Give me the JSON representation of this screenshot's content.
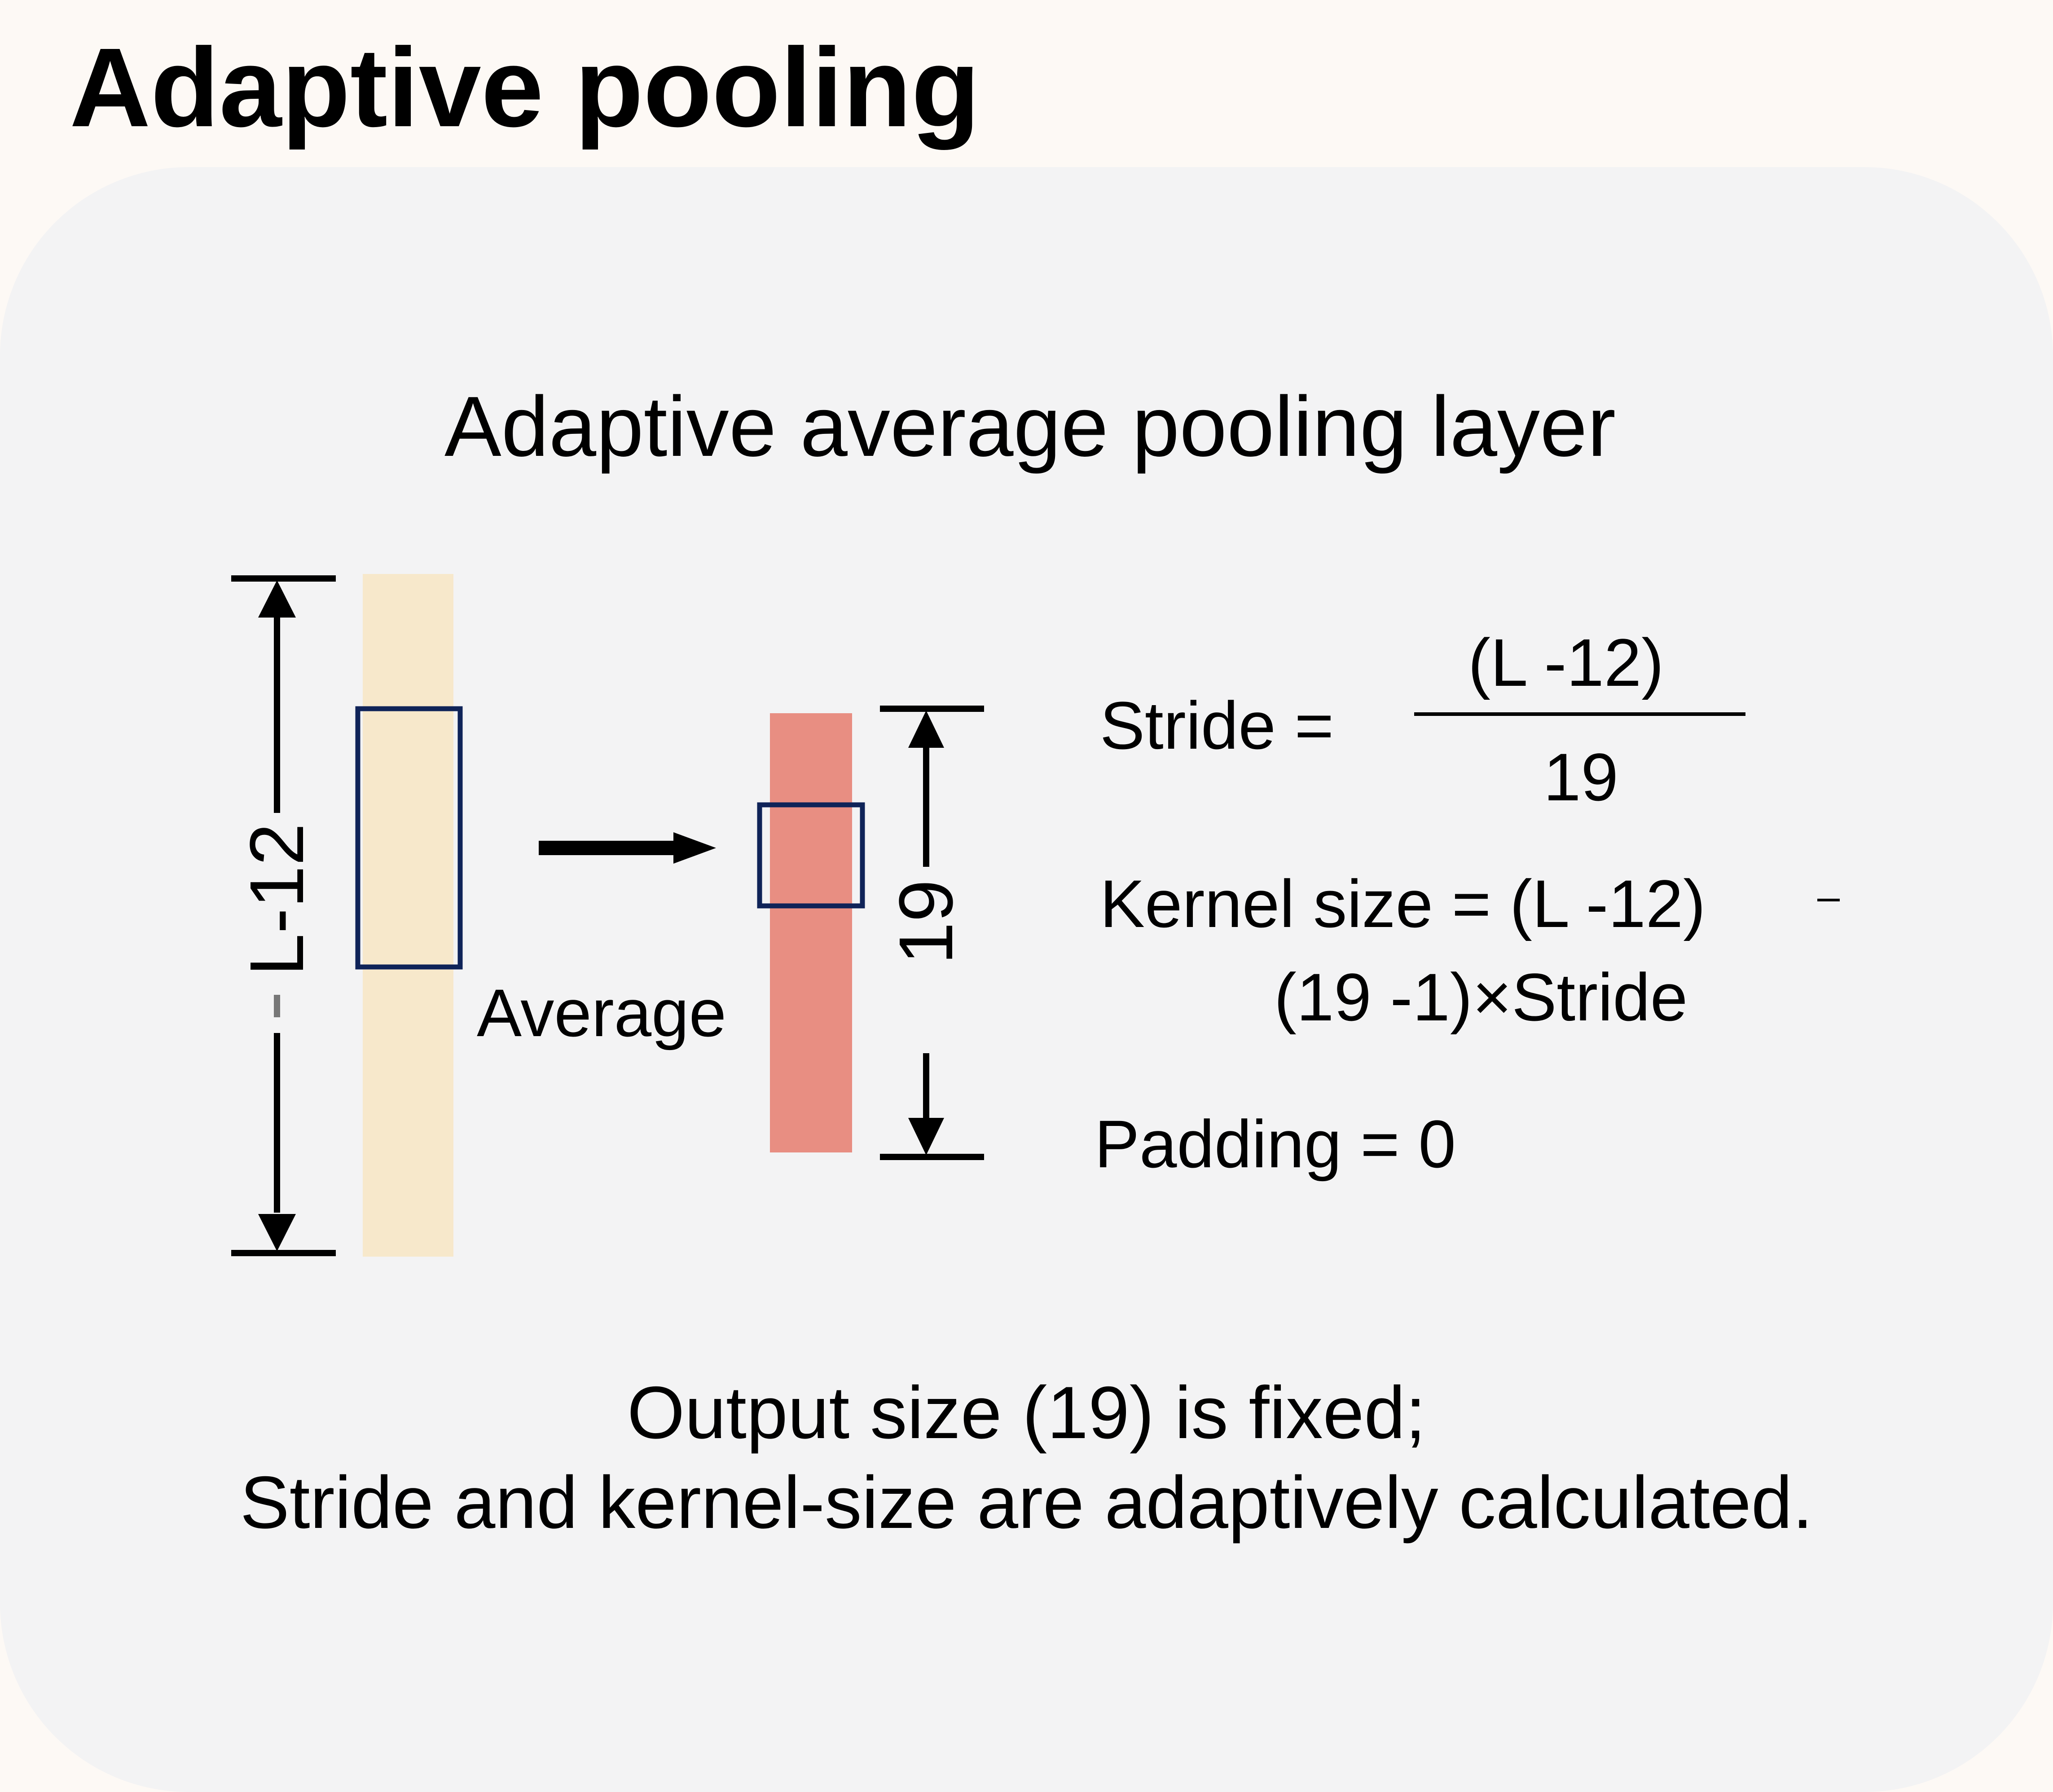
{
  "title": "Adaptive pooling",
  "subtitle": "Adaptive average pooling layer",
  "input_dim_label": "L-12",
  "output_dim_label": "19",
  "arrow_label": "Average",
  "formulas": {
    "stride_label": "Stride =",
    "stride_numerator": "(L -12)",
    "stride_denominator": "19",
    "kernel_line1": "Kernel size = (L -12)",
    "kernel_minus": "–",
    "kernel_line2": "(19 -1)×Stride",
    "padding": "Padding = 0"
  },
  "caption": {
    "line1": "Output size (19) is fixed;",
    "line2": "Stride and kernel-size are adaptively calculated."
  },
  "colors": {
    "background": "#fdf9f5",
    "panel": "#f3f3f4",
    "input_bar": "#f7e8cb",
    "output_bar": "#e88e82",
    "window_outline": "#0f2358"
  }
}
